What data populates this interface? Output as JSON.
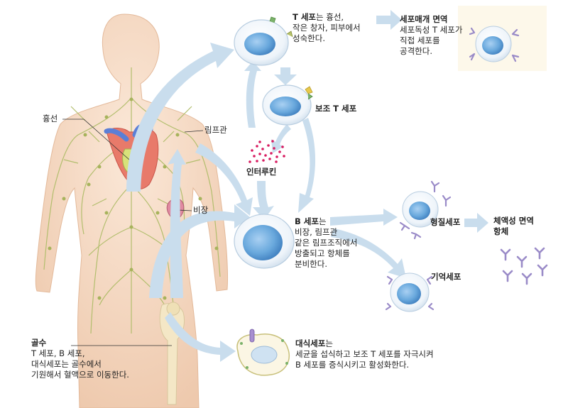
{
  "labels": {
    "thymus": "흉선",
    "lymph_vessel": "림프관",
    "spleen": "비장",
    "bone_marrow": {
      "title": "골수",
      "lines": [
        "T 세포, B 세포,",
        "대식세포는 골수에서",
        "기원해서 혈액으로 이동한다."
      ]
    },
    "t_cell": {
      "title": "T 세포",
      "title_suffix": "는 흉선,",
      "lines": [
        "작은 창자, 피부에서",
        "성숙한다."
      ]
    },
    "cell_mediated": {
      "title": "세포매개 면역",
      "lines": [
        "세포독성 T 세포가",
        "직접 세포를",
        "공격한다."
      ]
    },
    "helper_t": "보조 T 세포",
    "interleukin": "인터루킨",
    "b_cell": {
      "title": "B 세포",
      "title_suffix": "는",
      "lines": [
        "비장, 림프관",
        "같은 림프조직에서",
        "방출되고 항체를",
        "분비한다."
      ]
    },
    "plasma_cell": "형질세포",
    "memory_cell": "기억세포",
    "humoral": {
      "title_lines": [
        "체액성 면역",
        "항체"
      ]
    },
    "macrophage": {
      "title": "대식세포",
      "title_suffix": "는",
      "lines": [
        "세균을 섭식하고 보조 T 세포를 자극시켜",
        "B 세포를 증식시키고 활성화한다."
      ]
    }
  },
  "colors": {
    "arrow": "#c9dded",
    "cell_membrane": "#eef3f8",
    "nucleus": "#5b9bd5",
    "lymph": "#b8c47a",
    "skin": "#f3d6bf",
    "antibody": "#9a8bc8",
    "interleukin": "#d81b60",
    "macrophage_fill": "#fbf6e4"
  }
}
